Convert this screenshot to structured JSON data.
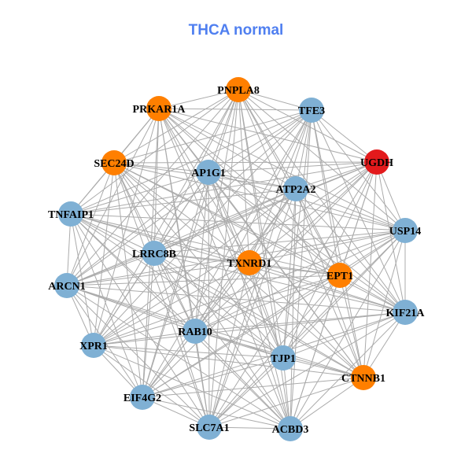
{
  "title": "THCA normal",
  "colors": {
    "blue": "#7FB0D4",
    "orange": "#FF7F00",
    "red": "#E31A1C",
    "edge": "#ABABAB"
  },
  "nodes": [
    {
      "id": "PNPLA8",
      "color": "orange"
    },
    {
      "id": "PRKAR1A",
      "color": "orange"
    },
    {
      "id": "TFE3",
      "color": "blue"
    },
    {
      "id": "UGDH",
      "color": "red"
    },
    {
      "id": "SEC24D",
      "color": "orange"
    },
    {
      "id": "AP1G1",
      "color": "blue"
    },
    {
      "id": "ATP2A2",
      "color": "blue"
    },
    {
      "id": "TNFAIP1",
      "color": "blue"
    },
    {
      "id": "USP14",
      "color": "blue"
    },
    {
      "id": "LRRC8B",
      "color": "blue"
    },
    {
      "id": "TXNRD1",
      "color": "orange"
    },
    {
      "id": "EPT1",
      "color": "orange"
    },
    {
      "id": "ARCN1",
      "color": "blue"
    },
    {
      "id": "KIF21A",
      "color": "blue"
    },
    {
      "id": "RAB10",
      "color": "blue"
    },
    {
      "id": "XPR1",
      "color": "blue"
    },
    {
      "id": "TJP1",
      "color": "blue"
    },
    {
      "id": "CTNNB1",
      "color": "orange"
    },
    {
      "id": "EIF4G2",
      "color": "blue"
    },
    {
      "id": "SLC7A1",
      "color": "blue"
    },
    {
      "id": "ACBD3",
      "color": "blue"
    }
  ],
  "edges": "all-pairs"
}
